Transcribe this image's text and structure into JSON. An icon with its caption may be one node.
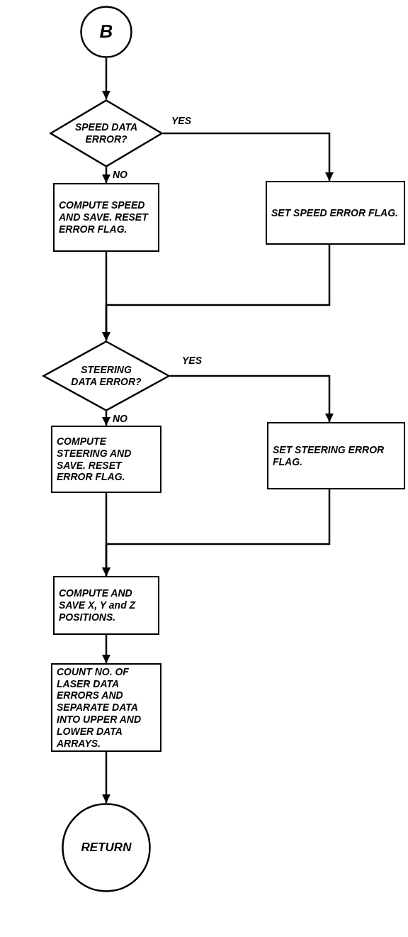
{
  "diagram": {
    "nodes": [
      {
        "text": [
          "B"
        ]
      },
      {
        "text": [
          "SPEED DATA ERROR?"
        ]
      },
      {
        "text": [
          "SET SPEED ERROR FLAG."
        ]
      },
      {
        "text": [
          "COMPUTE SPEED AND SAVE. RESET ERROR FLAG."
        ]
      },
      {
        "text": [
          "STEERING DATA ERROR?"
        ]
      },
      {
        "text": [
          "SET STEERING ERROR FLAG."
        ]
      },
      {
        "text": [
          "COMPUTE STEERING AND SAVE. RESET ERROR FLAG."
        ]
      },
      {
        "text": [
          "COMPUTE AND SAVE X, Y and Z POSITIONS."
        ]
      },
      {
        "text": [
          "COUNT NO. OF LASER DATA ERRORS AND SEPARATE DATA INTO UPPER AND LOWER DATA ARRAYS."
        ]
      },
      {
        "text": [
          "RETURN"
        ]
      }
    ],
    "edges": [
      {
        "from": 0,
        "to": 1,
        "arrow": "to"
      },
      {
        "from": 1,
        "to": 2,
        "arrow": "to",
        "label": "YES"
      },
      {
        "from": 1,
        "to": 3,
        "arrow": "to",
        "label": "NO"
      },
      {
        "from": 3,
        "to": 4,
        "arrow": "to"
      },
      {
        "from": 2,
        "to": 4,
        "arrow": "to"
      },
      {
        "from": 4,
        "to": 5,
        "arrow": "to",
        "label": "YES"
      },
      {
        "from": 4,
        "to": 6,
        "arrow": "to",
        "label": "NO"
      },
      {
        "from": 6,
        "to": 7,
        "arrow": "to"
      },
      {
        "from": 5,
        "to": 7,
        "arrow": "to"
      },
      {
        "from": 7,
        "to": 8,
        "arrow": "to"
      },
      {
        "from": 8,
        "to": 9,
        "arrow": "to"
      }
    ]
  }
}
